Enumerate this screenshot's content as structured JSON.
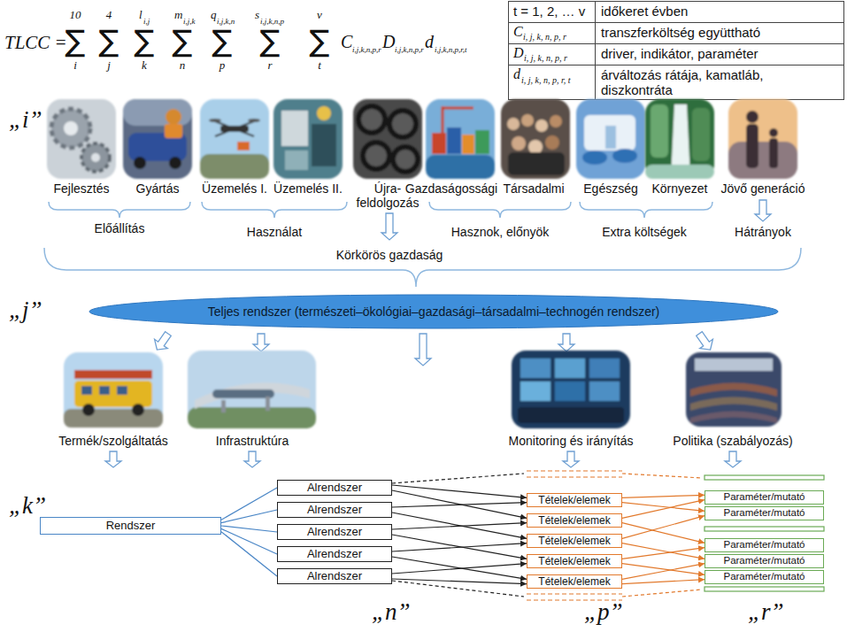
{
  "diagram": {
    "nodes": [
      {
        "text": [
          "Teljes rendszer (természeti–ökológiai–gazdasági–társadalmi–technogén rendszer)"
        ]
      },
      {
        "text": [
          "Rendszer"
        ]
      },
      {
        "text": [
          "Alrendszer"
        ]
      },
      {
        "text": [
          "Alrendszer"
        ]
      },
      {
        "text": [
          "Alrendszer"
        ]
      },
      {
        "text": [
          "Alrendszer"
        ]
      },
      {
        "text": [
          "Alrendszer"
        ]
      },
      {
        "text": [
          "Tételek/elemek"
        ]
      },
      {
        "text": [
          "Tételek/elemek"
        ]
      },
      {
        "text": [
          "Tételek/elemek"
        ]
      },
      {
        "text": [
          "Tételek/elemek"
        ]
      },
      {
        "text": [
          "Tételek/elemek"
        ]
      },
      {
        "text": [
          "Paraméter/mutató"
        ]
      },
      {
        "text": [
          "Paraméter/mutató"
        ]
      },
      {
        "text": [
          "Paraméter/mutató"
        ]
      },
      {
        "text": [
          "Paraméter/mutató"
        ]
      },
      {
        "text": [
          "Paraméter/mutató"
        ]
      }
    ],
    "edges": [
      {
        "from": 1,
        "to": 2,
        "arrow": "none"
      },
      {
        "from": 1,
        "to": 3,
        "arrow": "none"
      },
      {
        "from": 1,
        "to": 4,
        "arrow": "none"
      },
      {
        "from": 1,
        "to": 5,
        "arrow": "none"
      },
      {
        "from": 1,
        "to": 6,
        "arrow": "none"
      },
      {
        "from": 2,
        "to": 7,
        "arrow": "to"
      },
      {
        "from": 2,
        "to": 8,
        "arrow": "to"
      },
      {
        "from": 3,
        "to": 7,
        "arrow": "to"
      },
      {
        "from": 3,
        "to": 9,
        "arrow": "to"
      },
      {
        "from": 4,
        "to": 8,
        "arrow": "to"
      },
      {
        "from": 4,
        "to": 10,
        "arrow": "to"
      },
      {
        "from": 5,
        "to": 9,
        "arrow": "to"
      },
      {
        "from": 5,
        "to": 11,
        "arrow": "to"
      },
      {
        "from": 6,
        "to": 10,
        "arrow": "to"
      },
      {
        "from": 6,
        "to": 11,
        "arrow": "to"
      },
      {
        "from": 7,
        "to": 12,
        "arrow": "to"
      },
      {
        "from": 7,
        "to": 13,
        "arrow": "to"
      },
      {
        "from": 8,
        "to": 12,
        "arrow": "to"
      },
      {
        "from": 8,
        "to": 14,
        "arrow": "to"
      },
      {
        "from": 9,
        "to": 13,
        "arrow": "to"
      },
      {
        "from": 9,
        "to": 15,
        "arrow": "to"
      },
      {
        "from": 10,
        "to": 14,
        "arrow": "to"
      },
      {
        "from": 10,
        "to": 16,
        "arrow": "to"
      },
      {
        "from": 11,
        "to": 15,
        "arrow": "to"
      },
      {
        "from": 11,
        "to": 16,
        "arrow": "to"
      }
    ],
    "labels": [
      "TLCC =",
      "10",
      "4",
      "l",
      "i,j",
      "m",
      "i,j,k",
      "q",
      "i,j,k,n",
      "s",
      "i,j,k,n,p",
      "v",
      "∑",
      "∑",
      "∑",
      "∑",
      "∑",
      "∑",
      "∑",
      "i",
      "j",
      "k",
      "n",
      "p",
      "r",
      "t",
      "C",
      "i,j,k,n,p,r",
      "D",
      "i,j,k,n,p,r",
      "d",
      "i,j,k,n,p,r,t",
      "t = 1, 2, … v",
      "időkeret évben",
      "C",
      "i, j, k, n, p, r",
      "transzferköltség együttható",
      "D",
      "i, j, k, n, p, r",
      "driver, indikátor, paraméter",
      "d",
      "i, j, k, n, p, r, t",
      "árváltozás rátája, kamatláb, diszkontráta",
      "„i”",
      "Fejlesztés",
      "Gyártás",
      "Üzemelés I.",
      "Üzemelés II.",
      "Újra- feldolgozás",
      "Gazdaságossági",
      "Társadalmi",
      "Egészség",
      "Környezet",
      "Jövő generáció",
      "Előállítás",
      "Használat",
      "Hasznok, előnyök",
      "Extra költségek",
      "Hátrányok",
      "Körkörös gazdaság",
      "„j”",
      "Termék/szolgáltatás",
      "Infrastruktúra",
      "Monitoring és irányítás",
      "Politika (szabályozás)",
      "„k”",
      "„n”",
      "„p”",
      "„r”"
    ]
  }
}
